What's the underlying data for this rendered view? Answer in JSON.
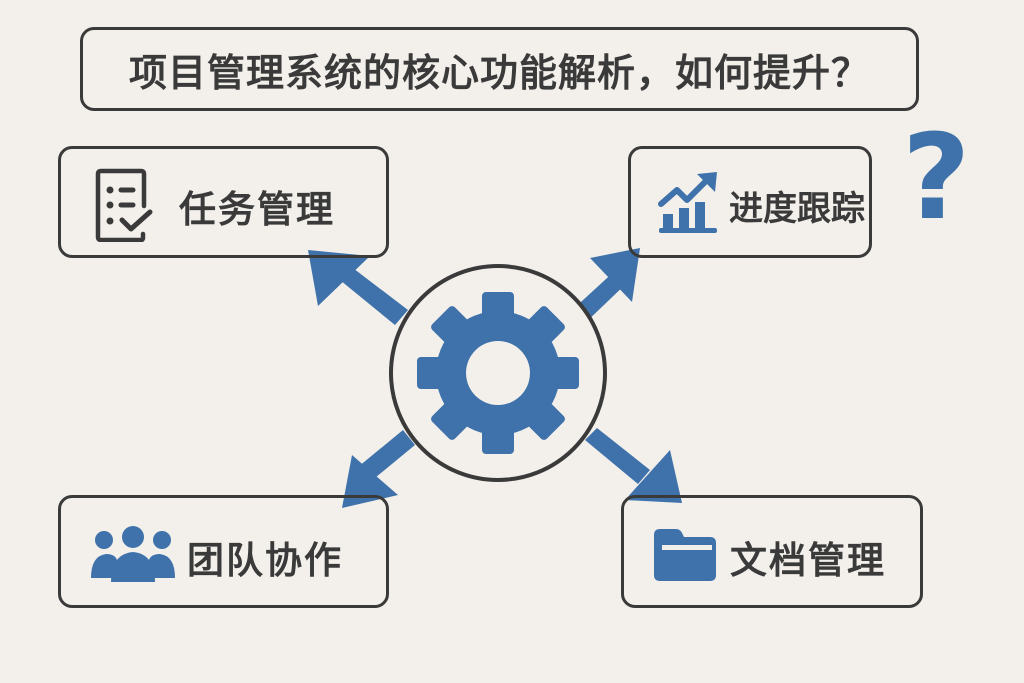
{
  "title": "项目管理系统的核心功能解析，如何提升？",
  "center": {
    "icon": "gear-icon"
  },
  "decoration": {
    "icon": "question-mark-icon",
    "glyph": "?"
  },
  "cards": [
    {
      "id": "task",
      "label": "任务管理",
      "icon": "checklist-icon"
    },
    {
      "id": "progress",
      "label": "进度跟踪",
      "icon": "growth-chart-icon"
    },
    {
      "id": "team",
      "label": "团队协作",
      "icon": "team-icon"
    },
    {
      "id": "docs",
      "label": "文档管理",
      "icon": "folder-icon"
    }
  ],
  "colors": {
    "background": "#f3f0eb",
    "accent": "#3f72aa",
    "stroke": "#3a3a3a"
  }
}
